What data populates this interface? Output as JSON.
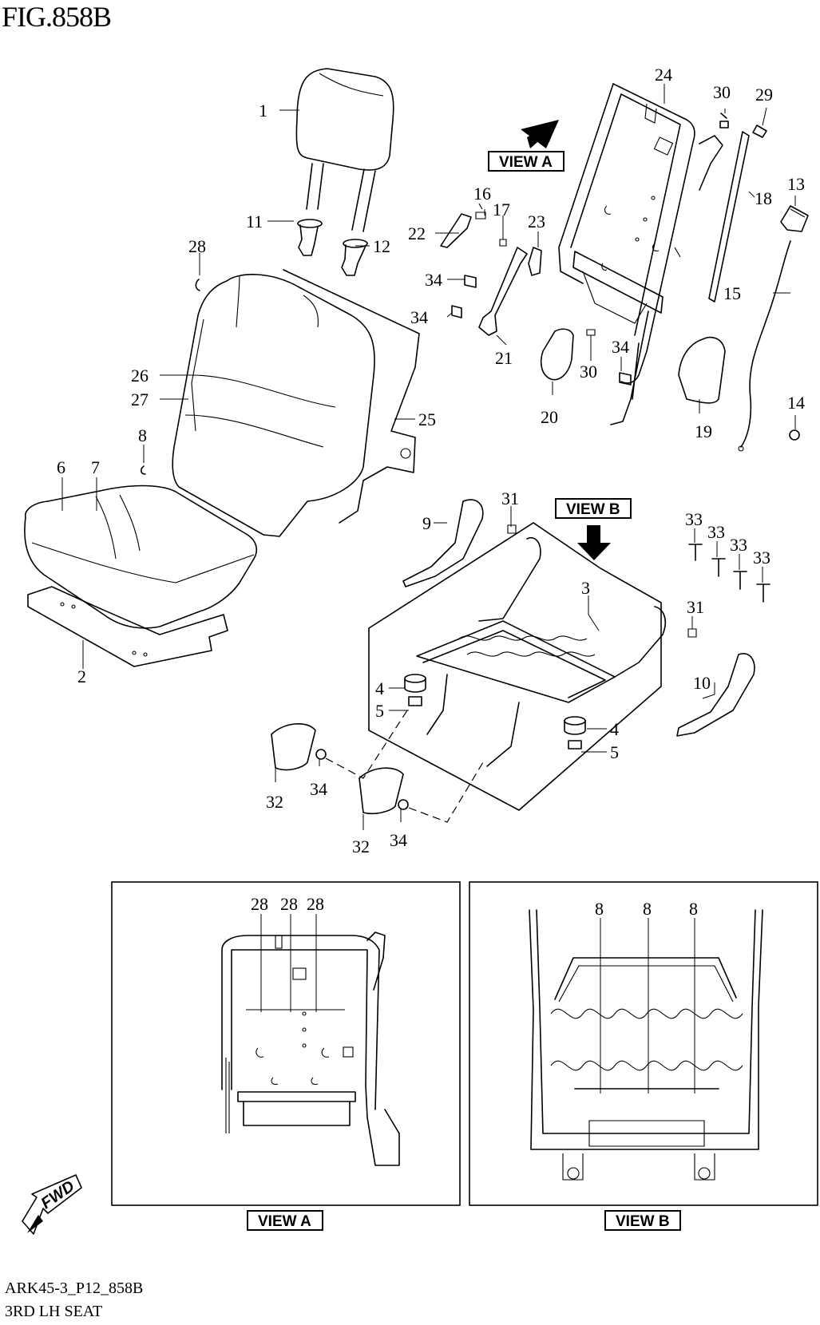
{
  "title": "FIG.858B",
  "footer": {
    "code": "ARK45-3_P12_858B",
    "name": "3RD LH SEAT"
  },
  "view_labels": {
    "view_a": "VIEW A",
    "view_b": "VIEW B"
  },
  "fwd_label": "FWD",
  "callouts": {
    "c1": "1",
    "c2": "2",
    "c3": "3",
    "c4a": "4",
    "c4b": "4",
    "c5a": "5",
    "c5b": "5",
    "c6": "6",
    "c7": "7",
    "c8": "8",
    "c9": "9",
    "c10": "10",
    "c11": "11",
    "c12": "12",
    "c13": "13",
    "c14": "14",
    "c15": "15",
    "c16": "16",
    "c17": "17",
    "c18": "18",
    "c19": "19",
    "c20": "20",
    "c21": "21",
    "c22": "22",
    "c23": "23",
    "c24": "24",
    "c25": "25",
    "c26": "26",
    "c27": "27",
    "c28": "28",
    "c29": "29",
    "c30a": "30",
    "c30b": "30",
    "c31a": "31",
    "c31b": "31",
    "c32a": "32",
    "c32b": "32",
    "c33a": "33",
    "c33b": "33",
    "c33c": "33",
    "c33d": "33",
    "c34a": "34",
    "c34b": "34",
    "c34c": "34",
    "c34d": "34",
    "c34e": "34",
    "va28a": "28",
    "va28b": "28",
    "va28c": "28",
    "vb8a": "8",
    "vb8b": "8",
    "vb8c": "8"
  }
}
